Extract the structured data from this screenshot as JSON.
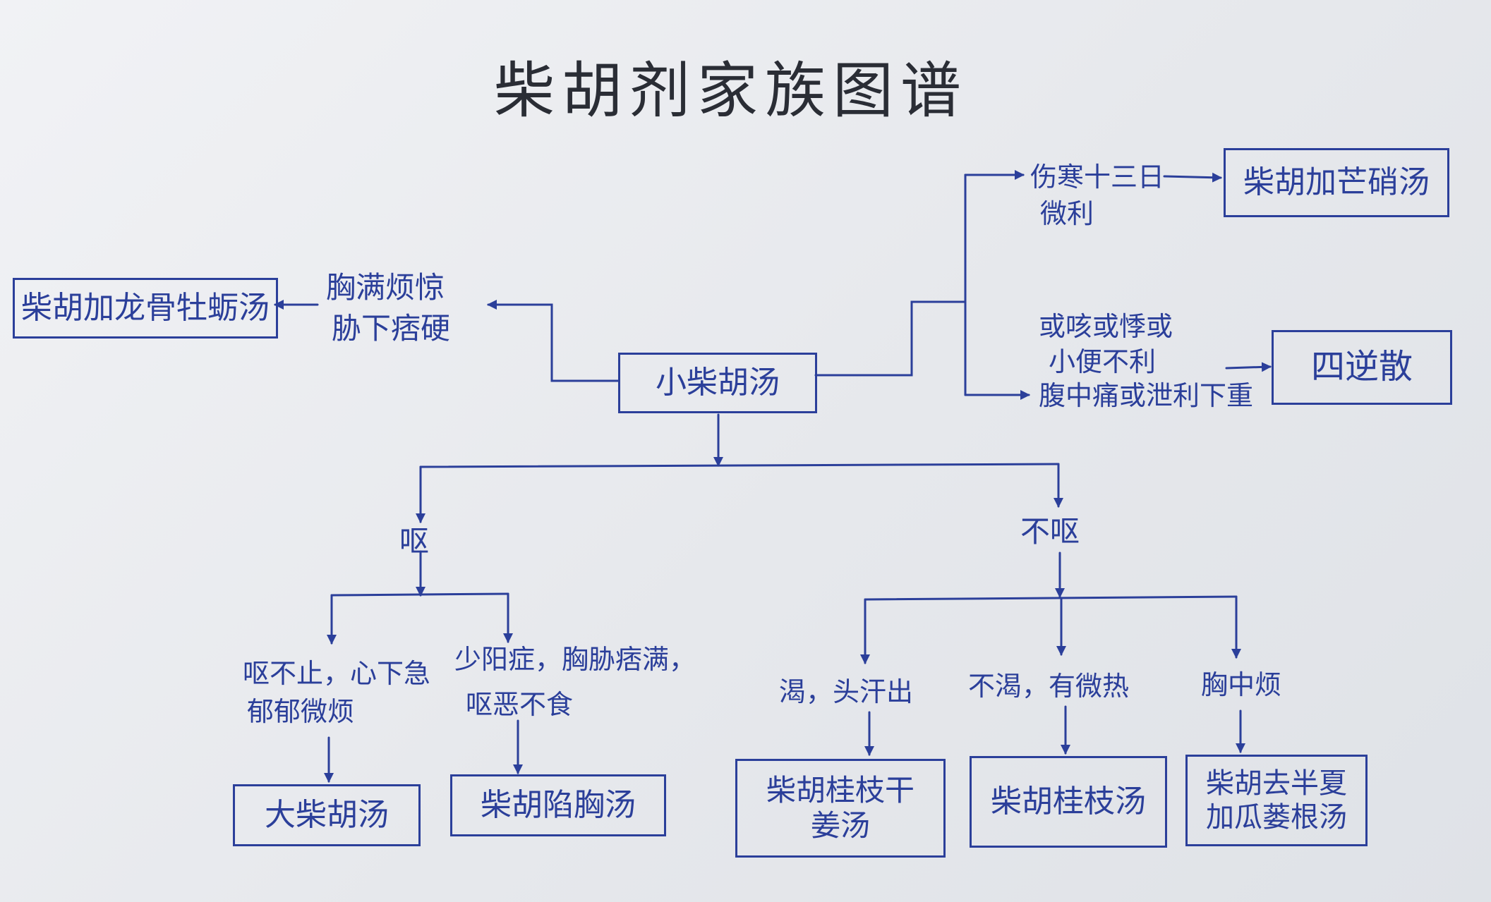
{
  "title": "柴胡剂家族图谱",
  "nodes": {
    "center": "小柴胡汤",
    "left_box": "柴胡加龙骨牡蛎汤",
    "tr_box": "柴胡加芒硝汤",
    "mr_box": "四逆散",
    "b1": "大柴胡汤",
    "b2": "柴胡陷胸汤",
    "b3": "柴胡桂枝干姜汤",
    "b4": "柴胡桂枝汤",
    "b5": "柴胡去半夏加瓜蒌根汤"
  },
  "labels": {
    "left_cond_1": "胸满烦惊",
    "left_cond_2": "胁下痞硬",
    "tr_cond_1": "伤寒十三日",
    "tr_cond_2": "微利",
    "mr_cond_1": "或咳或悸或",
    "mr_cond_2": "小便不利",
    "mr_cond_3": "腹中痛或泄利下重",
    "ou": "呕",
    "bu_ou": "不呕",
    "c1_1": "呕不止，心下急",
    "c1_2": "郁郁微烦",
    "c2_1": "少阳症，胸胁痞满，",
    "c2_2": "呕恶不食",
    "c3": "渴，头汗出",
    "c4": "不渴，有微热",
    "c5": "胸中烦"
  },
  "colors": {
    "ink": "#2b3f9a",
    "title_ink": "#2a2d35",
    "paper": "#eceef1"
  }
}
